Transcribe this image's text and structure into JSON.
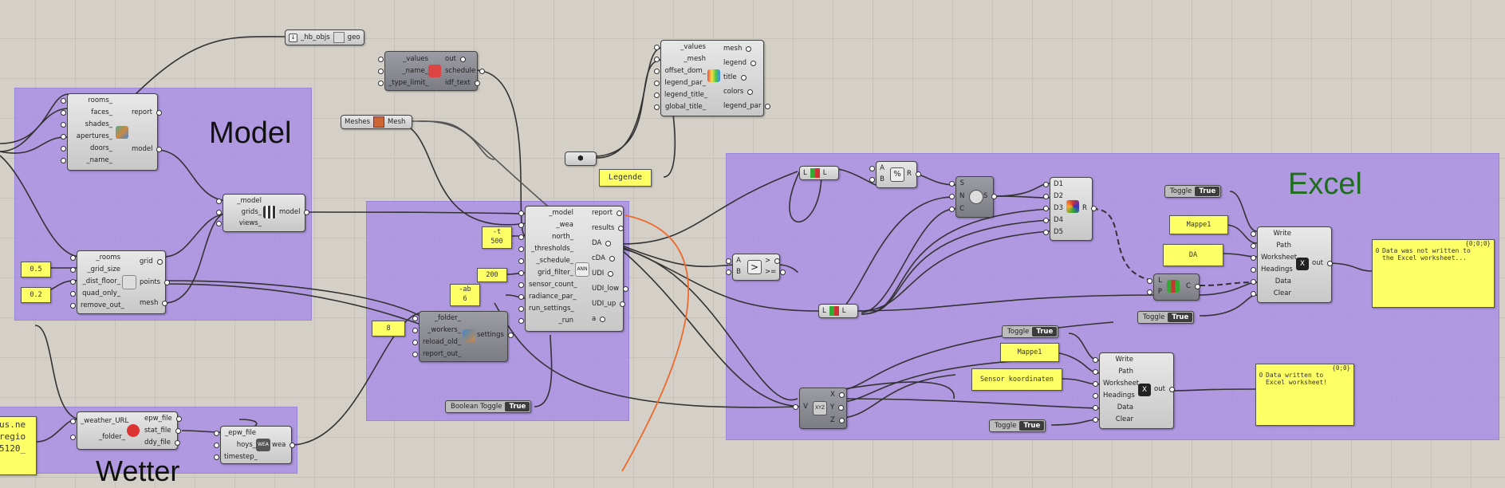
{
  "groups": {
    "model": "Model",
    "excel": "Excel",
    "weather": "Wetter"
  },
  "components": {
    "hb_objs": {
      "input": "_hb_objs",
      "output": "geo"
    },
    "schedule": {
      "inputs": [
        "_values",
        "_name_",
        "_type_limit_"
      ],
      "outputs": [
        "out",
        "schedule",
        "idf_text"
      ]
    },
    "legend": {
      "inputs": [
        "_values",
        "_mesh",
        "offset_dom_",
        "legend_par_",
        "legend_title_",
        "global_title_"
      ],
      "outputs": [
        "mesh",
        "legend",
        "title",
        "colors",
        "legend_par"
      ]
    },
    "room": {
      "inputs": [
        "rooms_",
        "faces_",
        "shades_",
        "apertures_",
        "doors_",
        "_name_"
      ],
      "outputs": [
        "report",
        "model"
      ]
    },
    "meshes": {
      "input": "Meshes",
      "output": "Mesh"
    },
    "model_grids": {
      "inputs": [
        "_model",
        "grids_",
        "views_"
      ],
      "output": "model"
    },
    "gen_grid": {
      "inputs": [
        "_rooms",
        "_grid_size",
        "_dist_floor_",
        "quad_only_",
        "remove_out_"
      ],
      "outputs": [
        "grid",
        "points",
        "mesh"
      ]
    },
    "annual": {
      "inputs": [
        "_model",
        "_wea",
        "north_",
        "_thresholds_",
        "_schedule_",
        "grid_filter_",
        "sensor_count_",
        "radiance_par_",
        "run_settings_",
        "_run"
      ],
      "outputs": [
        "report",
        "results",
        "DA",
        "cDA",
        "UDI",
        "UDI_low",
        "UDI_up",
        "a"
      ],
      "icon": "ANN"
    },
    "settings": {
      "inputs": [
        "_folder_",
        "_workers_",
        "reload_old_",
        "report_out_"
      ],
      "output": "settings"
    },
    "weather_url": {
      "inputs": [
        "_weather_URL",
        "_folder_"
      ],
      "outputs": [
        "epw_file",
        "stat_file",
        "ddy_file"
      ]
    },
    "wea": {
      "inputs": [
        "_epw_file",
        "hoys_",
        "timestep_"
      ],
      "output": "wea",
      "icon": "WEA"
    },
    "list_a": {
      "input": "L",
      "output": "L"
    },
    "divide": {
      "inputs": [
        "A",
        "B"
      ],
      "output": "R"
    },
    "snc": {
      "inputs": [
        "S",
        "N",
        "C"
      ],
      "output": "S"
    },
    "d_merge": {
      "inputs": [
        "D1",
        "D2",
        "D3",
        "D4",
        "D5"
      ],
      "output": "R"
    },
    "compare": {
      "inputs": [
        "A",
        "B"
      ],
      "outputs": [
        ">",
        ">="
      ]
    },
    "list_b": {
      "input": "L",
      "output": "L"
    },
    "cull": {
      "inputs": [
        "L",
        "P"
      ],
      "output": "C"
    },
    "xyz": {
      "input": "V",
      "outputs": [
        "X",
        "Y",
        "Z"
      ],
      "icon_label": "XYZ"
    },
    "excel_writer_a": {
      "inputs": [
        "Write",
        "Path",
        "Worksheet",
        "Headings",
        "Data",
        "Clear"
      ],
      "output": "out"
    },
    "excel_writer_b": {
      "inputs": [
        "Write",
        "Path",
        "Worksheet",
        "Headings",
        "Data",
        "Clear"
      ],
      "output": "out"
    }
  },
  "panels": {
    "legende": "Legende",
    "v05": "0.5",
    "v02": "0.2",
    "thresholds": "-t\n500",
    "v200": "200",
    "ab": "-ab\n6",
    "v8": "8",
    "mappe_a": "Mappe1",
    "da": "DA",
    "mappe_b": "Mappe1",
    "sensor": "Sensor koordinaten",
    "left_clip": "us.ne\nregio\n5120_",
    "out_a": {
      "header": "{0;0;0}",
      "index": "0",
      "text": "Data was not written to the Excel worksheet..."
    },
    "out_b": {
      "header": "{0;0}",
      "index": "0",
      "text": "Data written to Excel worksheet!"
    }
  },
  "toggles": {
    "boolean": {
      "label": "Boolean Toggle",
      "value": "True"
    },
    "t1": {
      "label": "Toggle",
      "value": "True"
    },
    "t2": {
      "label": "Toggle",
      "value": "True"
    },
    "t3": {
      "label": "Toggle",
      "value": "True"
    },
    "t4": {
      "label": "Toggle",
      "value": "True"
    }
  },
  "colors": {
    "group": "#a88ce6",
    "panel": "#ffff66",
    "excel_title": "#1e6e1e",
    "orange_wire": "#ee6a2a"
  }
}
